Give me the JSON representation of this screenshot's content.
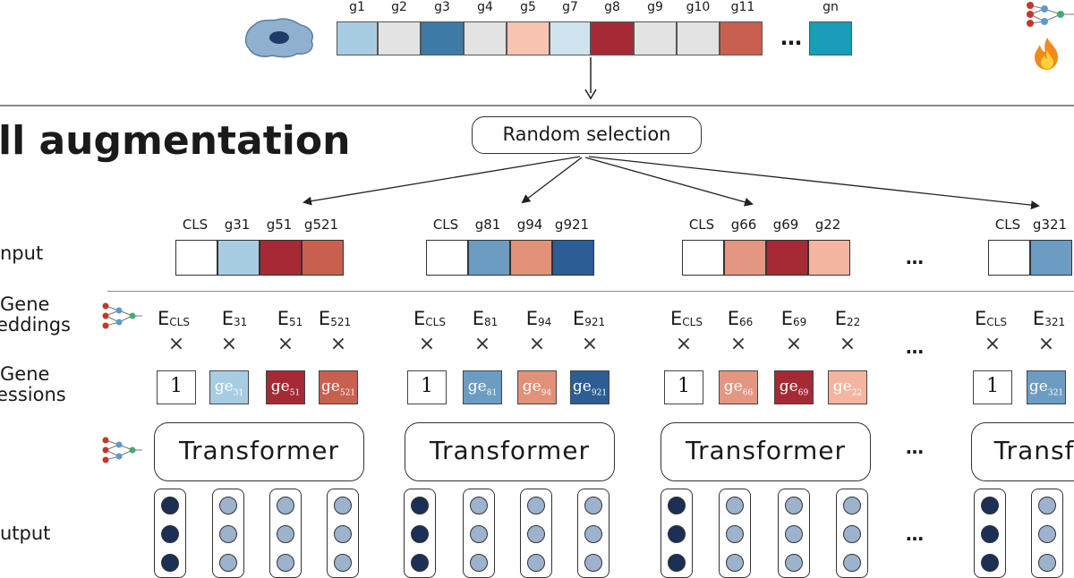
{
  "top_genes": {
    "labels": [
      "g1",
      "g2",
      "g3",
      "g4",
      "g5",
      "g7",
      "g8",
      "g9",
      "g10",
      "g11",
      "gn"
    ],
    "colors": [
      "#a8cde2",
      "#e3e3e3",
      "#3d7aa6",
      "#e3e3e3",
      "#f6c4b0",
      "#cfe4ee",
      "#a52a35",
      "#e3e3e3",
      "#e3e3e3",
      "#c8604f",
      "#1a9cba"
    ],
    "ellipsis": "…"
  },
  "section_title": "ll augmentation",
  "random_selection": "Random selection",
  "row_labels": {
    "input": "nput",
    "gene_embeddings_1": "Gene",
    "gene_embeddings_2": "eddings",
    "gene_expressions_1": "Gene",
    "gene_expressions_2": "essions",
    "output": "utput"
  },
  "groups": [
    {
      "tokens": [
        "CLS",
        "g31",
        "g51",
        "g521"
      ],
      "colors": [
        "#ffffff",
        "#a8cde2",
        "#a52a35",
        "#c8604f"
      ],
      "emb_base": [
        "E",
        "E",
        "E",
        "E"
      ],
      "emb_sub": [
        "CLS",
        "31",
        "51",
        "521"
      ],
      "expr_base": [
        "1",
        "ge",
        "ge",
        "ge"
      ],
      "expr_sub": [
        "",
        "31",
        "51",
        "521"
      ],
      "transformer": "Transformer"
    },
    {
      "tokens": [
        "CLS",
        "g81",
        "g94",
        "g921"
      ],
      "colors": [
        "#ffffff",
        "#6c9cc1",
        "#e09178",
        "#2c5d94"
      ],
      "emb_base": [
        "E",
        "E",
        "E",
        "E"
      ],
      "emb_sub": [
        "CLS",
        "81",
        "94",
        "921"
      ],
      "expr_base": [
        "1",
        "ge",
        "ge",
        "ge"
      ],
      "expr_sub": [
        "",
        "81",
        "94",
        "921"
      ],
      "transformer": "Transformer"
    },
    {
      "tokens": [
        "CLS",
        "g66",
        "g69",
        "g22"
      ],
      "colors": [
        "#ffffff",
        "#e39682",
        "#a52a35",
        "#f3b5a0"
      ],
      "emb_base": [
        "E",
        "E",
        "E",
        "E"
      ],
      "emb_sub": [
        "CLS",
        "66",
        "69",
        "22"
      ],
      "expr_base": [
        "1",
        "ge",
        "ge",
        "ge"
      ],
      "expr_sub": [
        "",
        "66",
        "69",
        "22"
      ],
      "transformer": "Transformer"
    },
    {
      "tokens": [
        "CLS",
        "g321"
      ],
      "colors": [
        "#ffffff",
        "#6c9cc1"
      ],
      "emb_base": [
        "E",
        "E"
      ],
      "emb_sub": [
        "CLS",
        "321"
      ],
      "expr_base": [
        "1",
        "ge"
      ],
      "expr_sub": [
        "",
        "321"
      ],
      "transformer": "Transf"
    }
  ],
  "times_symbol": "×",
  "ellipsis": "…",
  "icons": [
    "cell-icon",
    "network-icon",
    "fire-icon",
    "arrow-down-icon"
  ]
}
